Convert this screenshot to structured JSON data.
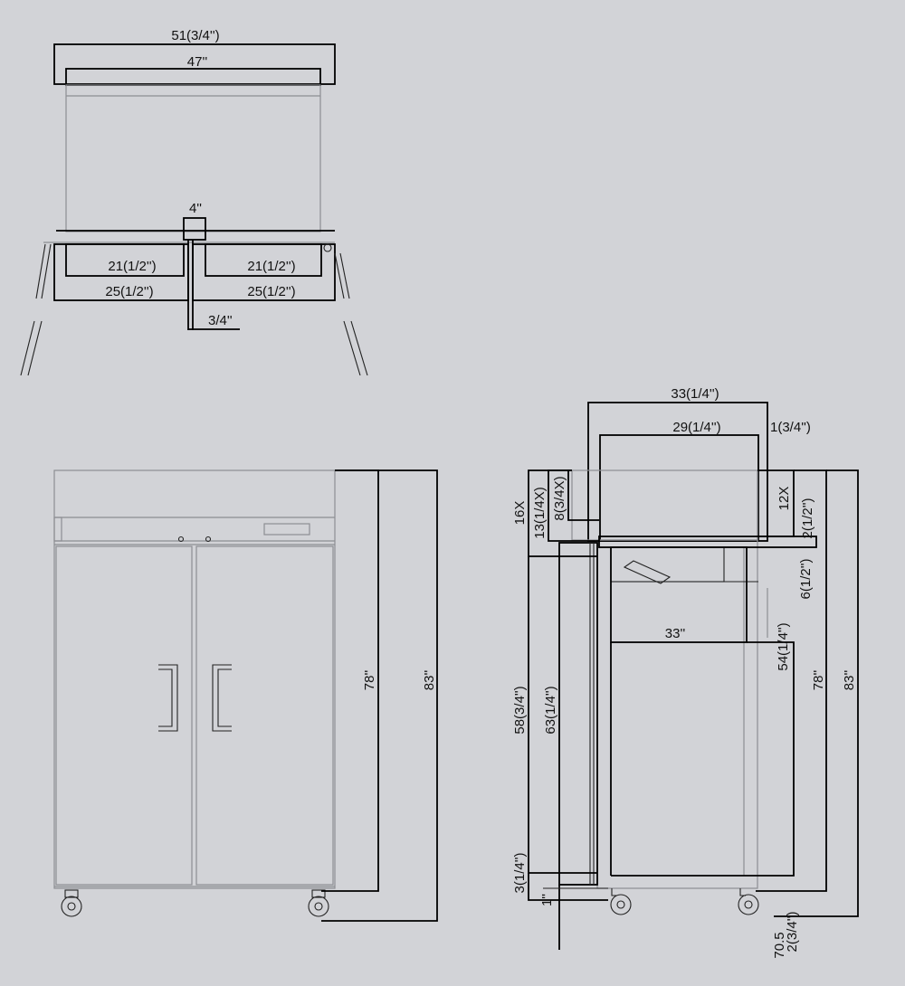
{
  "top_view": {
    "overall_width": "51(3/4'')",
    "inner_width": "47''",
    "divider_width": "4''",
    "left_door_inner": "21(1/2'')",
    "right_door_inner": "21(1/2'')",
    "left_door_outer": "25(1/2'')",
    "right_door_outer": "25(1/2'')",
    "door_gap": "3/4''"
  },
  "front_view": {
    "body_height": "78''",
    "overall_height": "83''"
  },
  "side_view": {
    "overall_depth": "33(1/4'')",
    "cabinet_depth": "29(1/4'')",
    "door_thickness": "1(3/4'')",
    "top_height": "16X",
    "top_inner": "13(1/4X)",
    "top_clearance": "8(3/4X)",
    "top_right": "12X",
    "rail_height": "2(1/2'')",
    "shelf_drop": "6(1/2'')",
    "shelf_depth": "33''",
    "interior_height": "54(1/4'')",
    "body_height": "78''",
    "overall_height": "83''",
    "door_height": "58(3/4'')",
    "cabinet_height": "63(1/4'')",
    "base_height": "3(1/4'')",
    "bottom_gap": "1''",
    "caster_height": "2(3/4'')",
    "caster_offset": "70.5"
  }
}
